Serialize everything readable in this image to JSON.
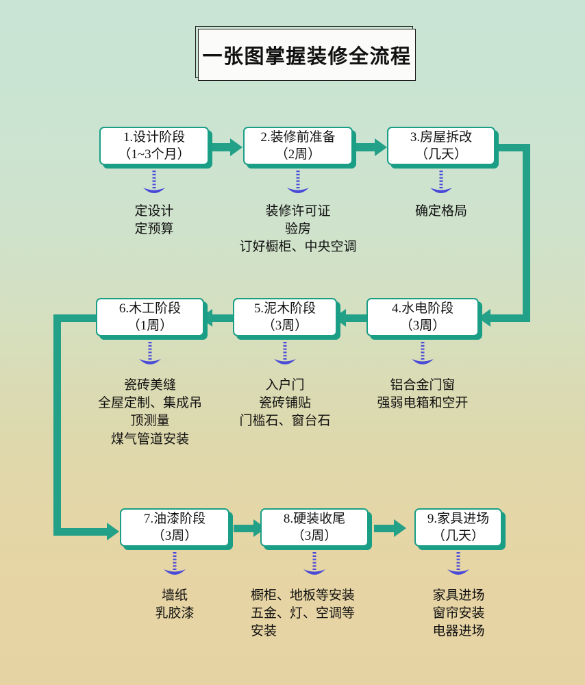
{
  "title": {
    "text": "一张图掌握装修全流程"
  },
  "theme": {
    "box_border": "#1a9e86",
    "box_fill": "#ffffff",
    "connector": "#22a088",
    "dotted_arrow": "#4a4ad8",
    "bg_top": "#c9e4d4",
    "bg_bottom": "#e6d3a3",
    "text": "#111111"
  },
  "nodes": [
    {
      "id": "stage-1",
      "name": "1.设计阶段",
      "duration": "（1~3个月）",
      "notes": [
        "定设计",
        "定预算"
      ]
    },
    {
      "id": "stage-2",
      "name": "2.装修前准备",
      "duration": "（2周）",
      "notes": [
        "装修许可证",
        "验房",
        "订好橱柜、中央空调"
      ]
    },
    {
      "id": "stage-3",
      "name": "3.房屋拆改",
      "duration": "（几天）",
      "notes": [
        "确定格局"
      ]
    },
    {
      "id": "stage-4",
      "name": "4.水电阶段",
      "duration": "（3周）",
      "notes": [
        "铝合金门窗",
        "强弱电箱和空开"
      ]
    },
    {
      "id": "stage-5",
      "name": "5.泥木阶段",
      "duration": "（3周）",
      "notes": [
        "入户门",
        "瓷砖铺贴",
        "门槛石、窗台石"
      ]
    },
    {
      "id": "stage-6",
      "name": "6.木工阶段",
      "duration": "（1周）",
      "notes": [
        "瓷砖美缝",
        "全屋定制、集成吊",
        "顶测量",
        "煤气管道安装"
      ]
    },
    {
      "id": "stage-7",
      "name": "7.油漆阶段",
      "duration": "（3周）",
      "notes": [
        "墙纸",
        "乳胶漆"
      ]
    },
    {
      "id": "stage-8",
      "name": "8.硬装收尾",
      "duration": "（3周）",
      "notes": [
        "橱柜、地板等安装",
        "五金、灯、空调等",
        "安装"
      ]
    },
    {
      "id": "stage-9",
      "name": "9.家具进场",
      "duration": "（几天）",
      "notes": [
        "家具进场",
        "窗帘安装",
        "电器进场"
      ]
    }
  ]
}
